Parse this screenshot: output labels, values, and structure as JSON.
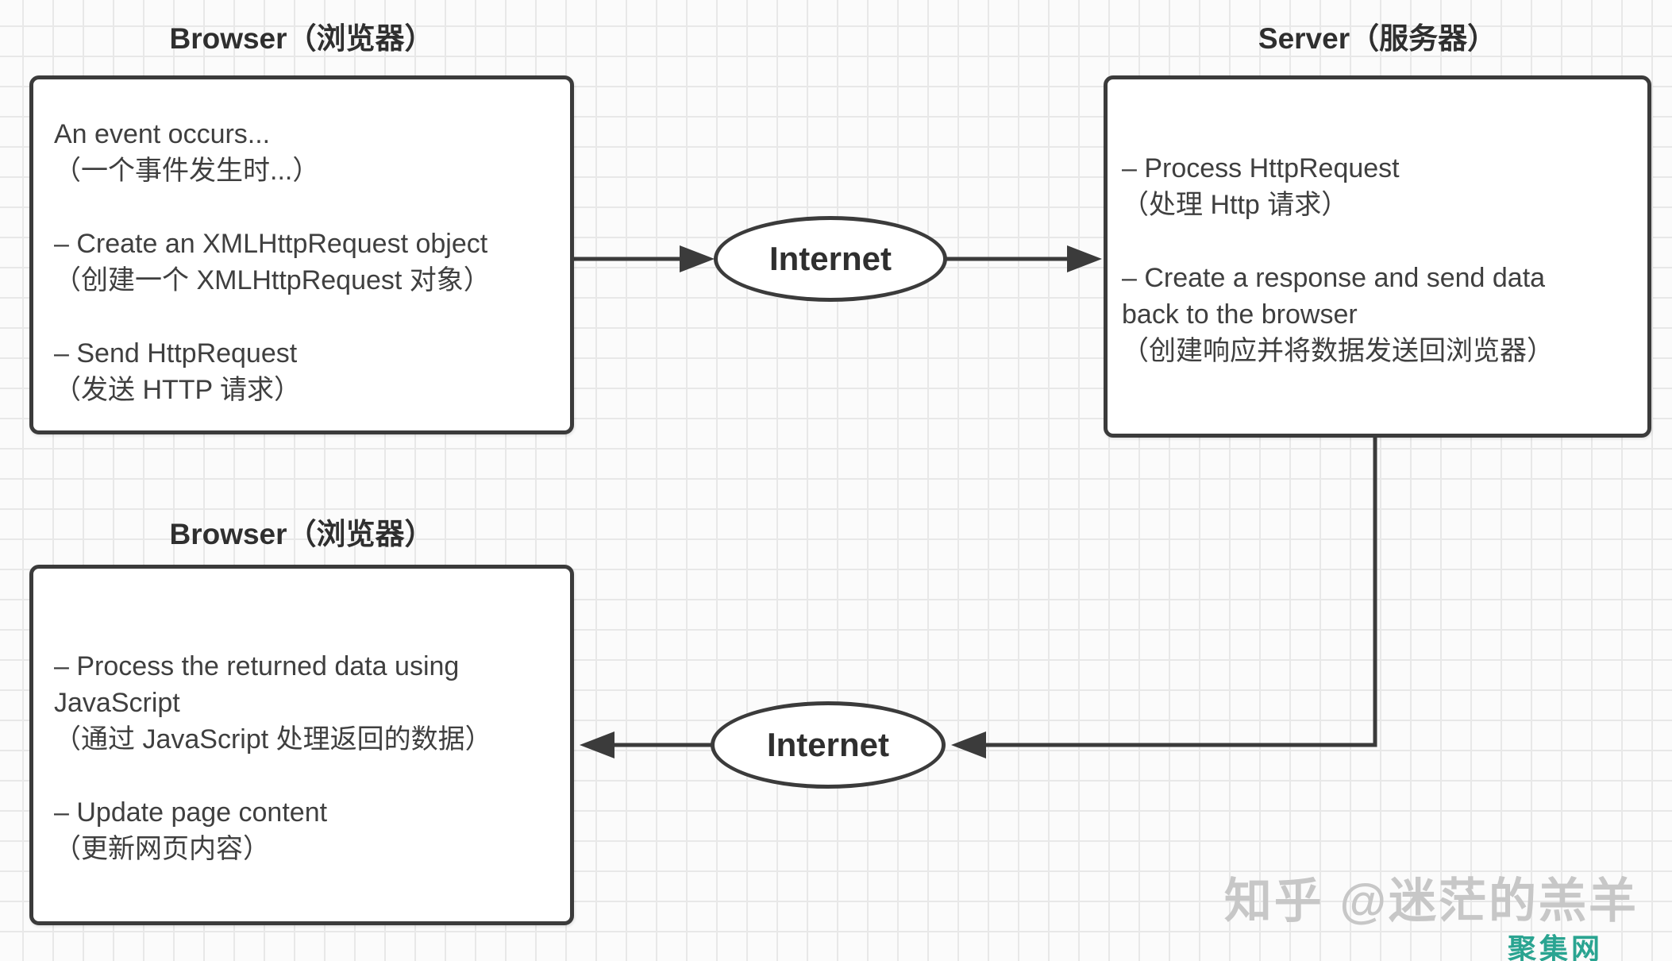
{
  "page": {
    "background_color": "#fbfbfb",
    "grid_line_color": "#e8e8e8",
    "stroke_color": "#3b3b3b"
  },
  "diagram": {
    "browser_top": {
      "title": "Browser（浏览器）",
      "body": "An event occurs...\n（一个事件发生时...）\n\n– Create an XMLHttpRequest object\n（创建一个 XMLHttpRequest 对象）\n\n– Send HttpRequest\n（发送 HTTP 请求）"
    },
    "server": {
      "title": "Server（服务器）",
      "body": "– Process HttpRequest\n（处理 Http 请求）\n\n– Create a response and send data\nback to the browser\n（创建响应并将数据发送回浏览器）"
    },
    "browser_bottom": {
      "title": "Browser（浏览器）",
      "body": "– Process the returned data using\nJavaScript\n（通过 JavaScript 处理返回的数据）\n\n– Update page content\n（更新网页内容）"
    },
    "internet_top": {
      "label": "Internet"
    },
    "internet_bottom": {
      "label": "Internet"
    },
    "connectors": [
      {
        "from": "browser-top",
        "to": "internet-top",
        "direction": "right"
      },
      {
        "from": "internet-top",
        "to": "server",
        "direction": "right"
      },
      {
        "from": "server",
        "to": "internet-bottom",
        "direction": "down-left"
      },
      {
        "from": "internet-bottom",
        "to": "browser-bottom",
        "direction": "left"
      }
    ]
  },
  "watermark": {
    "zhihu": "知乎 @迷茫的羔羊",
    "zhihu_color": "#c7c7c7",
    "site": "聚集网",
    "site_color": "#2aa491"
  }
}
